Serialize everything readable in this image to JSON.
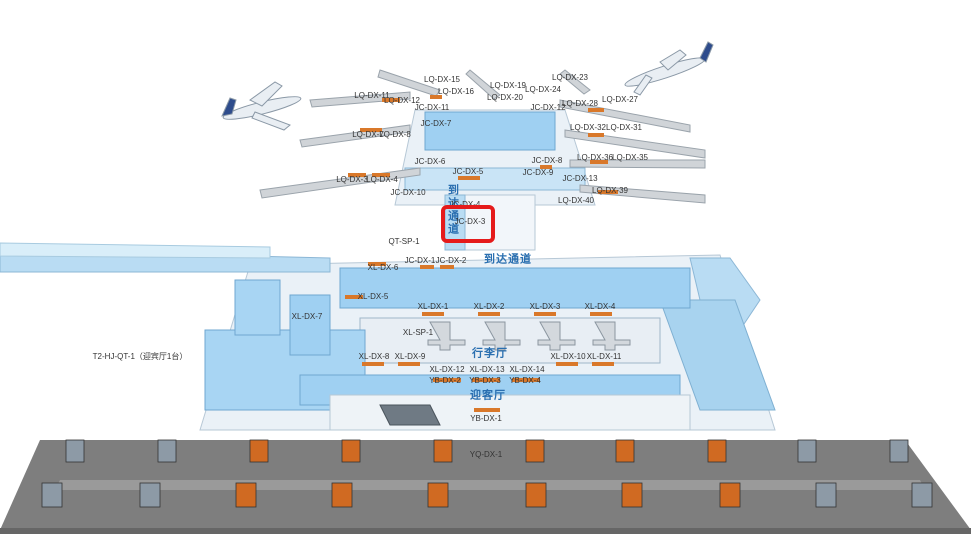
{
  "map": {
    "highlight_label": "JC-DX-3",
    "area_labels": {
      "arrival_corridor": "到达通道",
      "arrival_corridor_vertical": "到达通道",
      "baggage_hall": "行李厅",
      "greeting_hall": "迎客厅",
      "side_note": "T2-HJ-QT-1（迎宾厅1台）"
    },
    "labels": [
      "LQ-DX-15",
      "LQ-DX-16",
      "LQ-DX-19",
      "LQ-DX-20",
      "LQ-DX-23",
      "LQ-DX-24",
      "LQ-DX-11",
      "LQ-DX-12",
      "JC-DX-11",
      "JC-DX-12",
      "LQ-DX-28",
      "LQ-DX-27",
      "JC-DX-7",
      "LQ-DX-7",
      "LQ-DX-8",
      "LQ-DX-32",
      "LQ-DX-31",
      "JC-DX-6",
      "JC-DX-8",
      "LQ-DX-36",
      "LQ-DX-35",
      "JC-DX-5",
      "JC-DX-9",
      "LQ-DX-3",
      "LQ-DX-4",
      "JC-DX-13",
      "JC-DX-10",
      "LQ-DX-39",
      "LQ-DX-40",
      "JC-DX-4",
      "JC-DX-3",
      "QT-SP-1",
      "JC-DX-1",
      "JC-DX-2",
      "XL-DX-6",
      "XL-DX-5",
      "XL-DX-7",
      "XL-DX-1",
      "XL-DX-2",
      "XL-DX-3",
      "XL-DX-4",
      "XL-SP-1",
      "XL-DX-8",
      "XL-DX-9",
      "XL-DX-10",
      "XL-DX-11",
      "XL-DX-12",
      "XL-DX-13",
      "XL-DX-14",
      "YB-DX-2",
      "YB-DX-3",
      "YB-DX-4",
      "YB-DX-1",
      "YQ-DX-1"
    ]
  }
}
